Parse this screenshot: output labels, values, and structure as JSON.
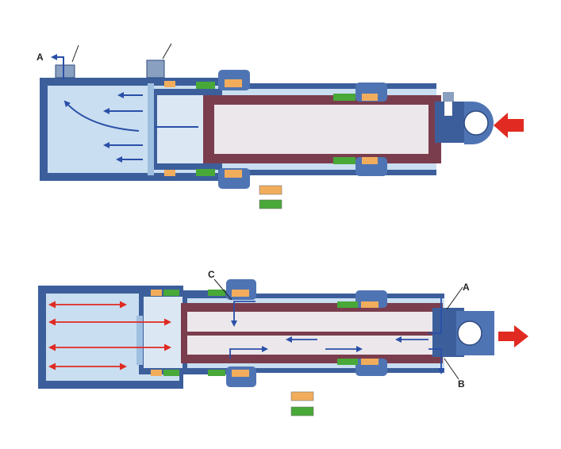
{
  "diagram": {
    "top_figure": {
      "port_label": "A"
    },
    "bottom_figure": {
      "label_c": "C",
      "label_a": "A",
      "label_b": "B"
    }
  },
  "colors": {
    "housing": "#3c5f9c",
    "fluid": "#c9def0",
    "fluid_light": "#dbe8f4",
    "piston": "#7a3d4e",
    "rod": "#ece7ea",
    "seal_orange": "#f1ad5c",
    "seal_green": "#48a838",
    "flow_blue": "#2a4fa8",
    "force_red": "#e02a22",
    "gland": "#4f74b4"
  },
  "legend_swatches": [
    "seal-orange",
    "seal-green"
  ]
}
